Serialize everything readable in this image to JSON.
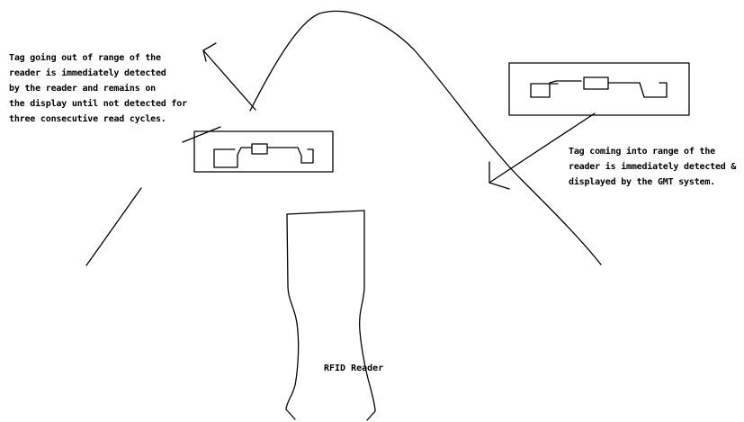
{
  "left_note": {
    "lines": [
      "Tag going out of range of the",
      "reader is immediately detected",
      "by the reader and remains on",
      "the display until not detected for",
      "three consecutive read cycles."
    ]
  },
  "right_note": {
    "lines": [
      "Tag coming into range of the",
      "reader is immediately detected &",
      "displayed by the GMT system."
    ]
  },
  "reader": {
    "label": "RFID Reader"
  },
  "colors": {
    "ink": "#000000",
    "background": "#ffffff"
  }
}
